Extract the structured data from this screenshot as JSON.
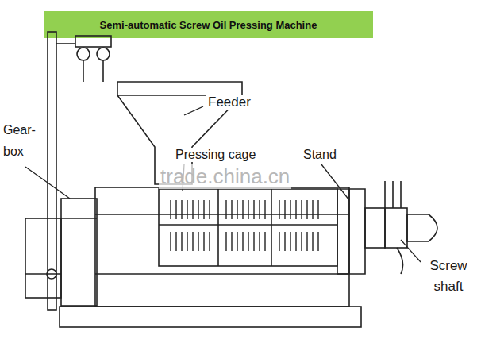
{
  "diagram": {
    "title": "Semi-automatic Screw Oil Pressing Machine",
    "labels": [
      "Feeder",
      "Gear- box",
      "Pressing cage",
      "Stand",
      "trade.china.cn",
      "Screw shaft"
    ]
  }
}
